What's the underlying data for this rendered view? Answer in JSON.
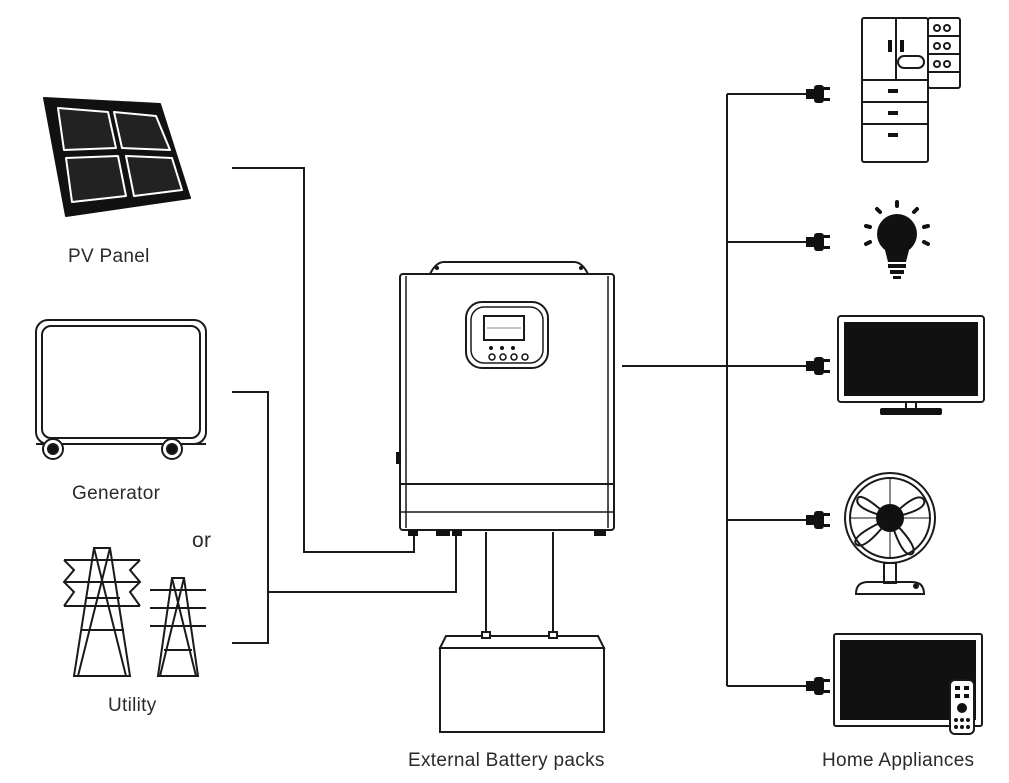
{
  "labels": {
    "pv_panel": "PV Panel",
    "generator": "Generator",
    "or": "or",
    "utility": "Utility",
    "battery": "External Battery packs",
    "appliances": "Home Appliances"
  },
  "icons": [
    "solar-panel-icon",
    "generator-icon",
    "power-tower-icon",
    "inverter-icon",
    "battery-icon",
    "refrigerator-icon",
    "light-bulb-icon",
    "monitor-icon",
    "fan-icon",
    "tv-icon",
    "remote-control-icon",
    "plug-icon"
  ],
  "colors": {
    "line": "#1a1a1a",
    "fill_dark": "#111111"
  }
}
